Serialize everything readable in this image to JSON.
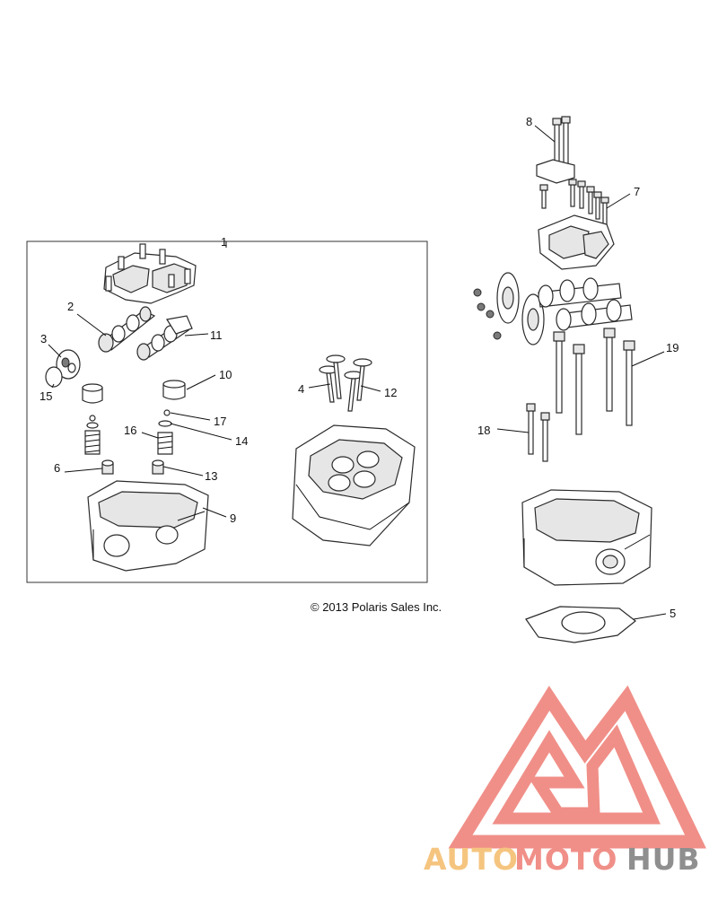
{
  "diagram": {
    "callouts": [
      {
        "id": "c1",
        "label": "1"
      },
      {
        "id": "c2",
        "label": "2"
      },
      {
        "id": "c3",
        "label": "3"
      },
      {
        "id": "c4",
        "label": "4"
      },
      {
        "id": "c5",
        "label": "5"
      },
      {
        "id": "c6",
        "label": "6"
      },
      {
        "id": "c7",
        "label": "7"
      },
      {
        "id": "c8",
        "label": "8"
      },
      {
        "id": "c9",
        "label": "9"
      },
      {
        "id": "c10",
        "label": "10"
      },
      {
        "id": "c11",
        "label": "11"
      },
      {
        "id": "c12",
        "label": "12"
      },
      {
        "id": "c13",
        "label": "13"
      },
      {
        "id": "c14",
        "label": "14"
      },
      {
        "id": "c15",
        "label": "15"
      },
      {
        "id": "c16",
        "label": "16"
      },
      {
        "id": "c17",
        "label": "17"
      },
      {
        "id": "c18",
        "label": "18"
      },
      {
        "id": "c19",
        "label": "19"
      }
    ],
    "copyright": "© 2013 Polaris Sales Inc."
  },
  "watermark": {
    "word_part1": "AUTO",
    "word_part2": "MOTO",
    "word_part3": "HUB",
    "colors": {
      "triangle": "#f08a82",
      "auto": "#f5c27a",
      "moto": "#f08a82",
      "hub": "#8a8a8a"
    }
  }
}
